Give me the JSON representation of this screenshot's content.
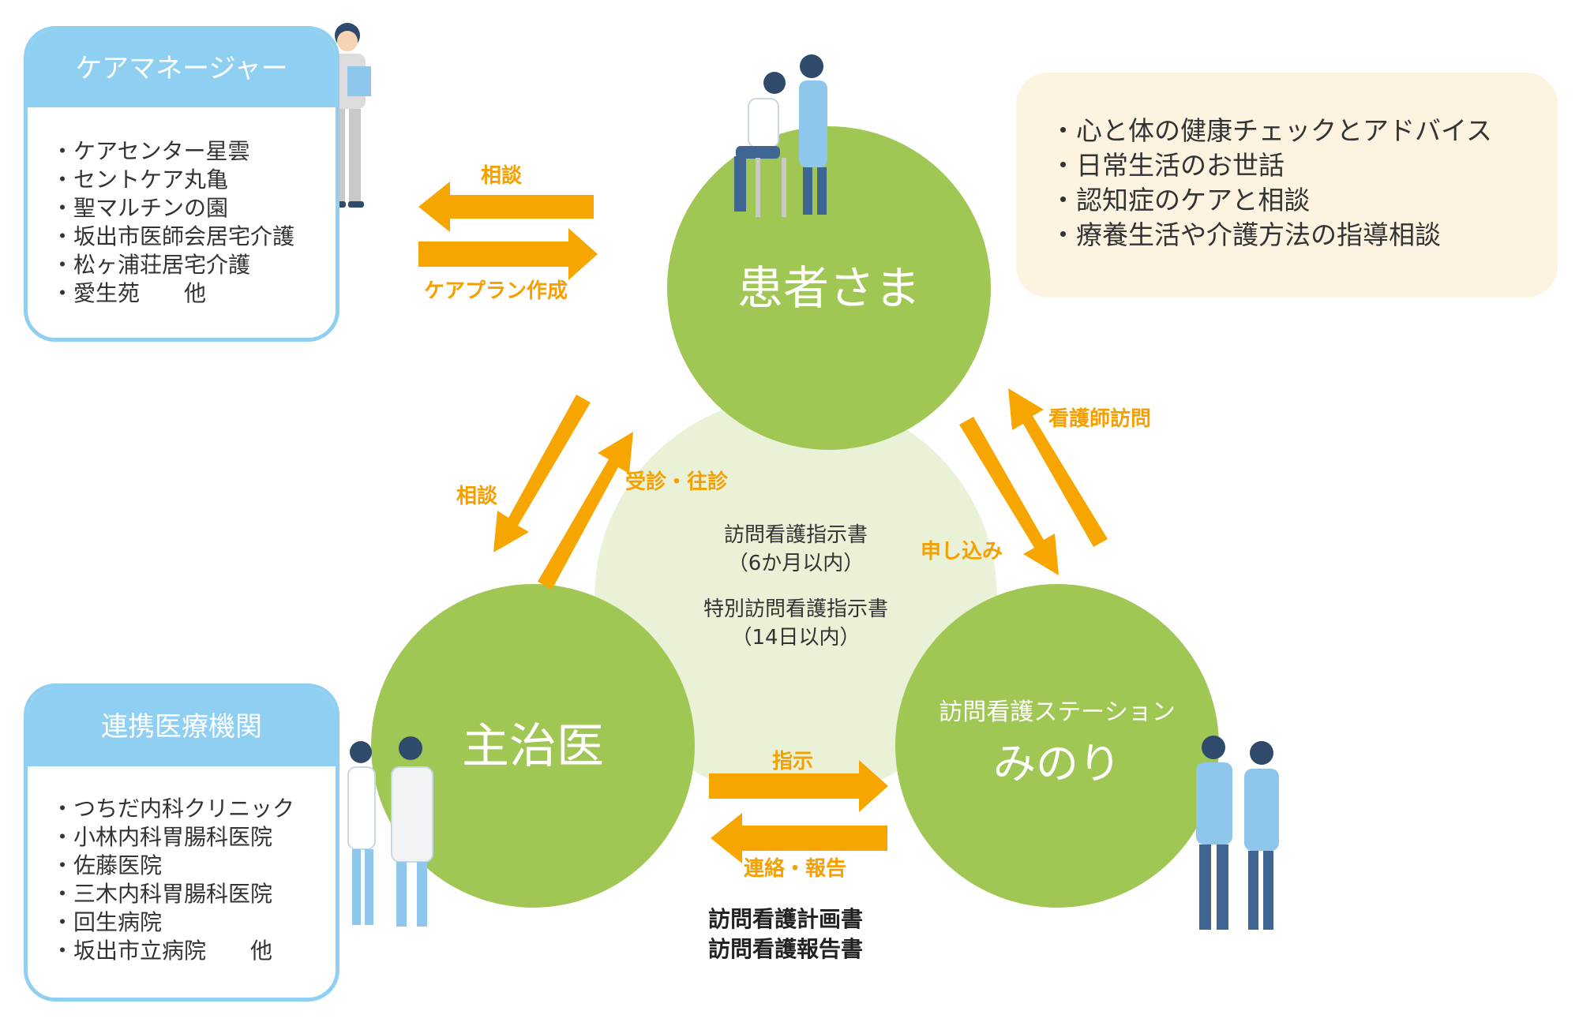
{
  "care_manager": {
    "title": "ケアマネージャー",
    "items": [
      "ケアセンター星雲",
      "セントケア丸亀",
      "聖マルチンの園",
      "坂出市医師会居宅介護",
      "松ヶ浦荘居宅介護",
      "愛生苑　　他"
    ]
  },
  "medical_institutions": {
    "title": "連携医療機関",
    "items": [
      "つちだ内科クリニック",
      "小林内科胃腸科医院",
      "佐藤医院",
      "三木内科胃腸科医院",
      "回生病院",
      "坂出市立病院　　他"
    ]
  },
  "services": {
    "items": [
      "心と体の健康チェックとアドバイス",
      "日常生活のお世話",
      "認知症のケアと相談",
      "療養生活や介護方法の指導相談"
    ]
  },
  "nodes": {
    "patient": "患者さま",
    "doctor": "主治医",
    "station_line1": "訪問看護ステーション",
    "station_line2": "みのり"
  },
  "arrows": {
    "consult_cm": "相談",
    "care_plan": "ケアプラン作成",
    "consult_doctor": "相談",
    "visit": "受診・往診",
    "nurse_visit": "看護師訪問",
    "apply": "申し込み",
    "instruct": "指示",
    "report": "連絡・報告"
  },
  "documents": {
    "line1": "訪問看護指示書",
    "line2": "（6か月以内）",
    "line3": "特別訪問看護指示書",
    "line4": "（14日以内）"
  },
  "reports": {
    "line1": "訪問看護計画書",
    "line2": "訪問看護報告書"
  },
  "colors": {
    "node_green": "#a0c654",
    "center_green": "#e9f2d6",
    "arrow_orange": "#f7a600",
    "box_blue": "#8fd0f2",
    "service_bg": "#fcf3e1"
  }
}
